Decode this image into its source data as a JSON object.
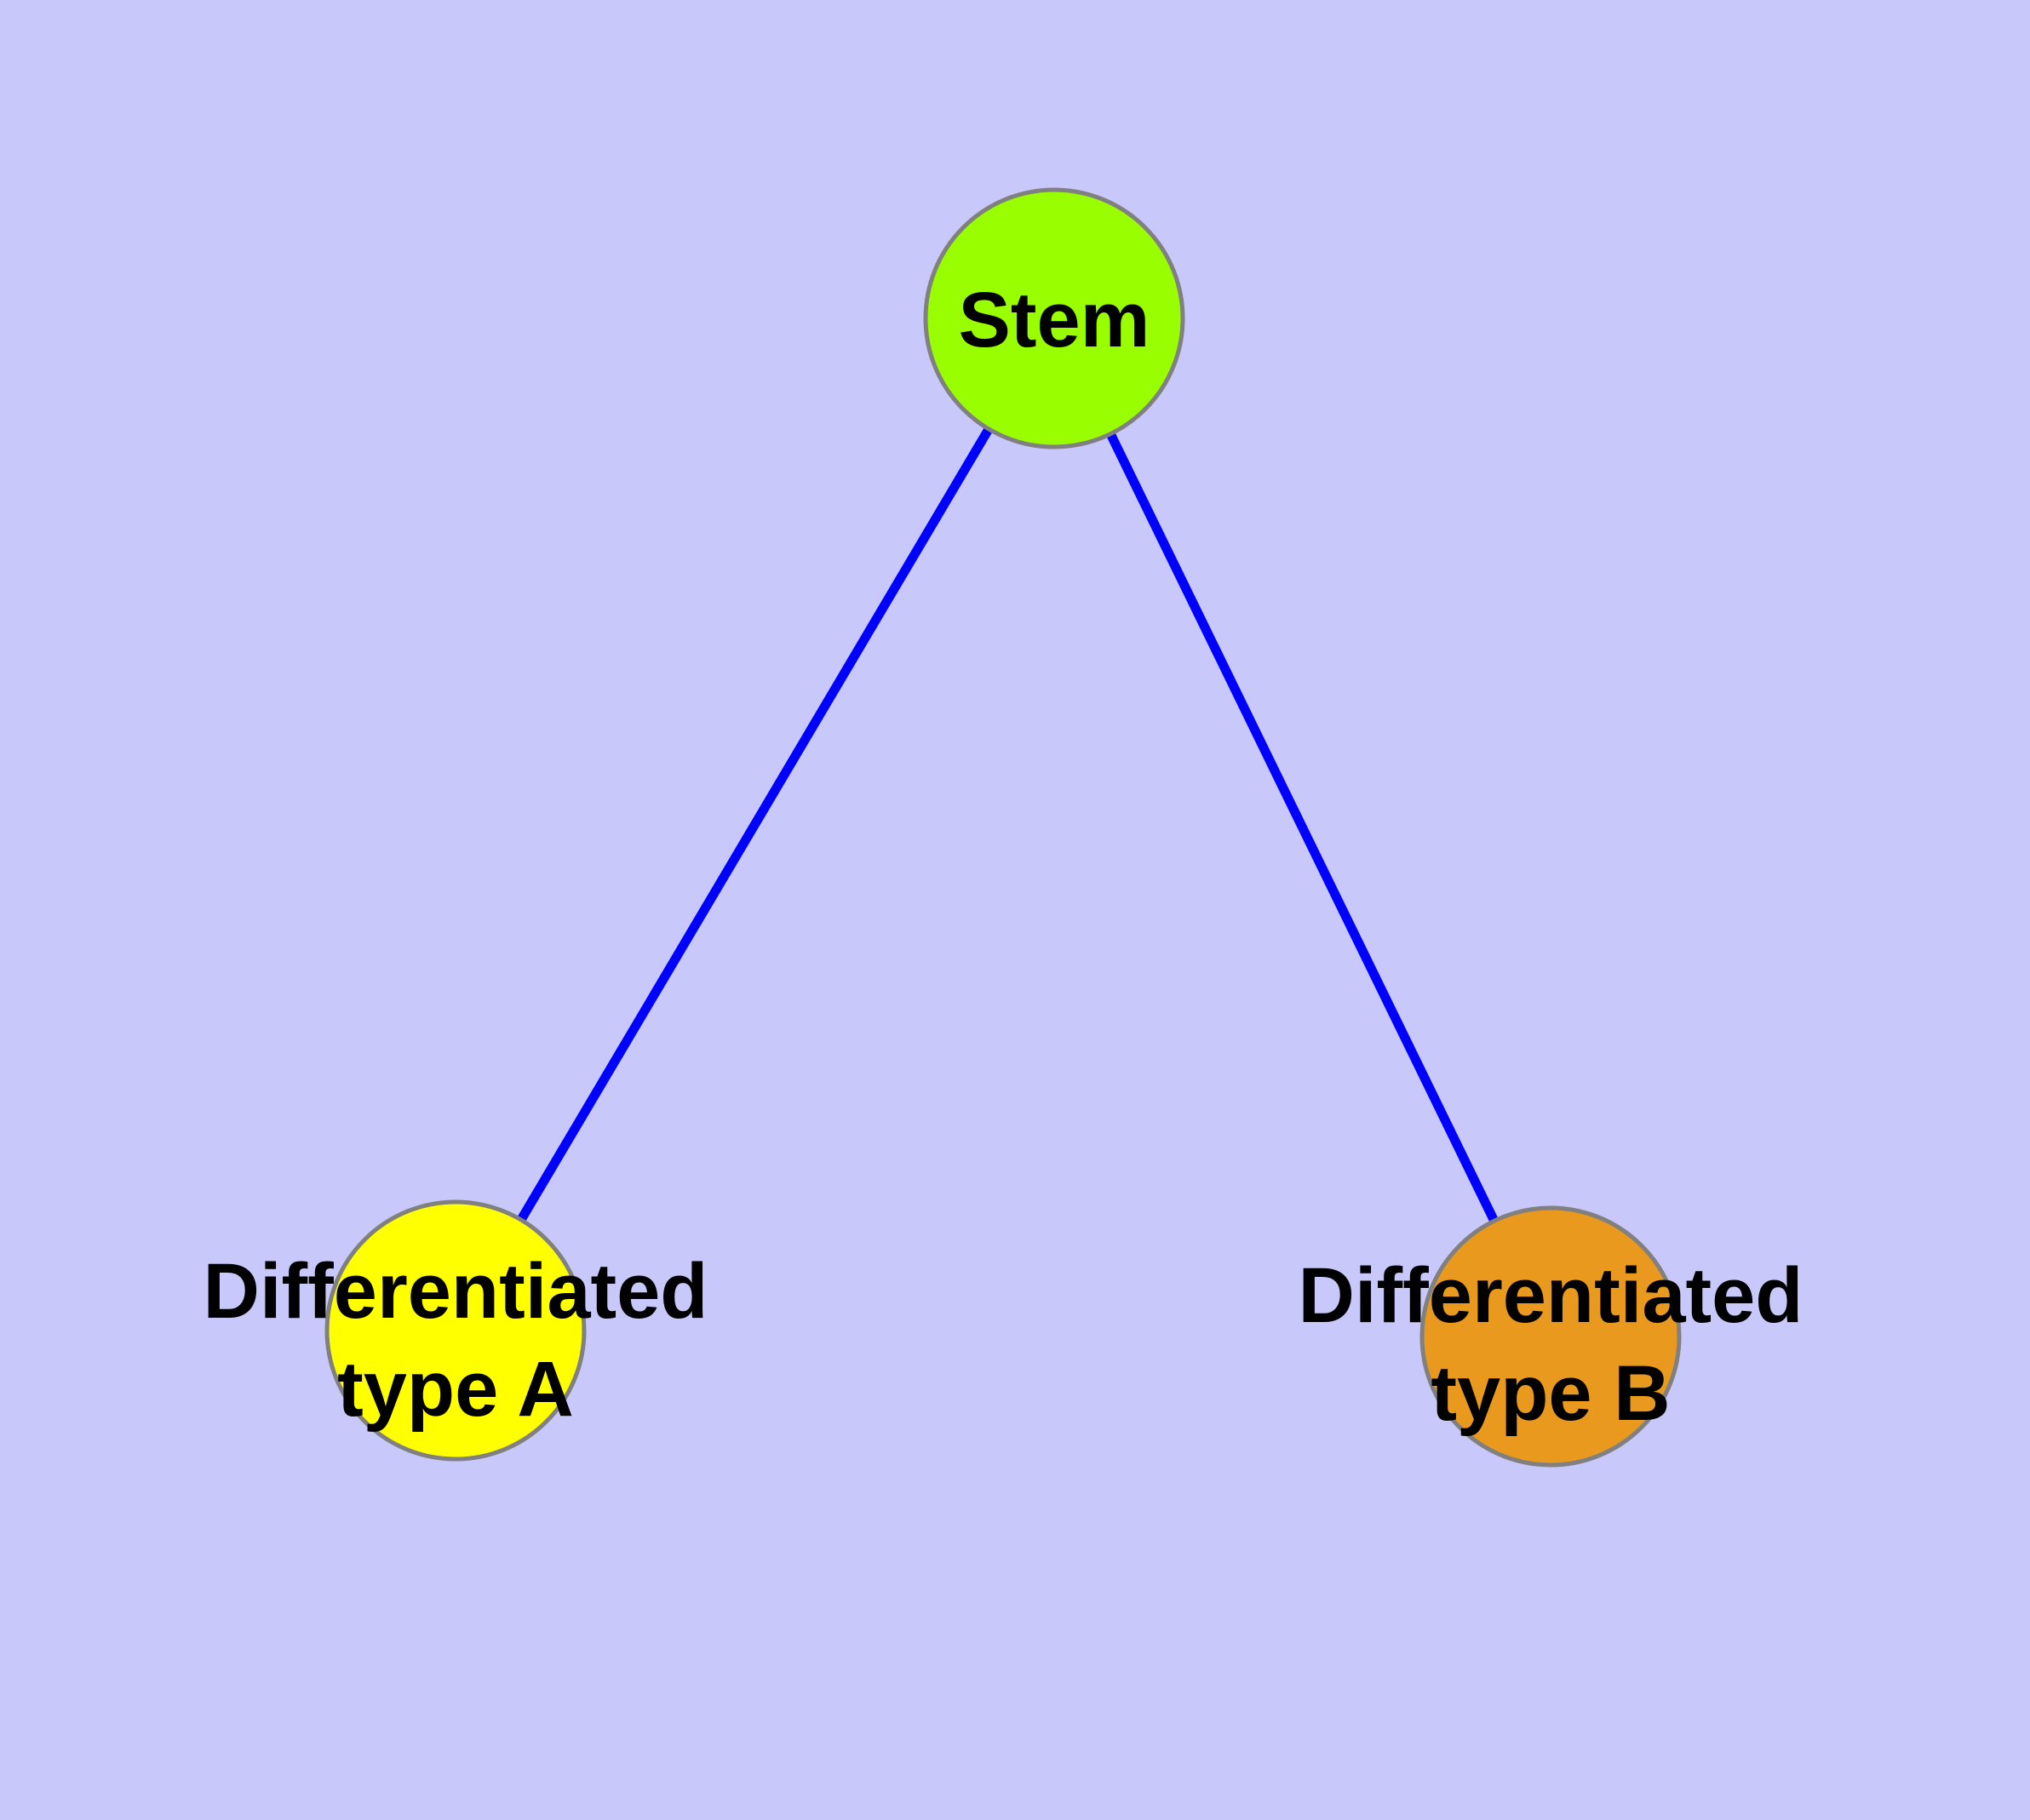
{
  "diagram": {
    "type": "node-link-graph",
    "background_color": "#C8C8FA",
    "edge_color": "#0000FF",
    "node_border_color": "#808080",
    "label_color": "#000000",
    "nodes": {
      "stem": {
        "label": "Stem",
        "fill": "#99FE00"
      },
      "type_a": {
        "label_line1": "Differentiated",
        "label_line2": "type A",
        "fill": "#FFFF00"
      },
      "type_b": {
        "label_line1": "Differentiated",
        "label_line2": "type B",
        "fill": "#E8991E"
      }
    },
    "edges": [
      {
        "from": "Stem",
        "to": "Differentiated type A"
      },
      {
        "from": "Stem",
        "to": "Differentiated type B"
      }
    ]
  }
}
